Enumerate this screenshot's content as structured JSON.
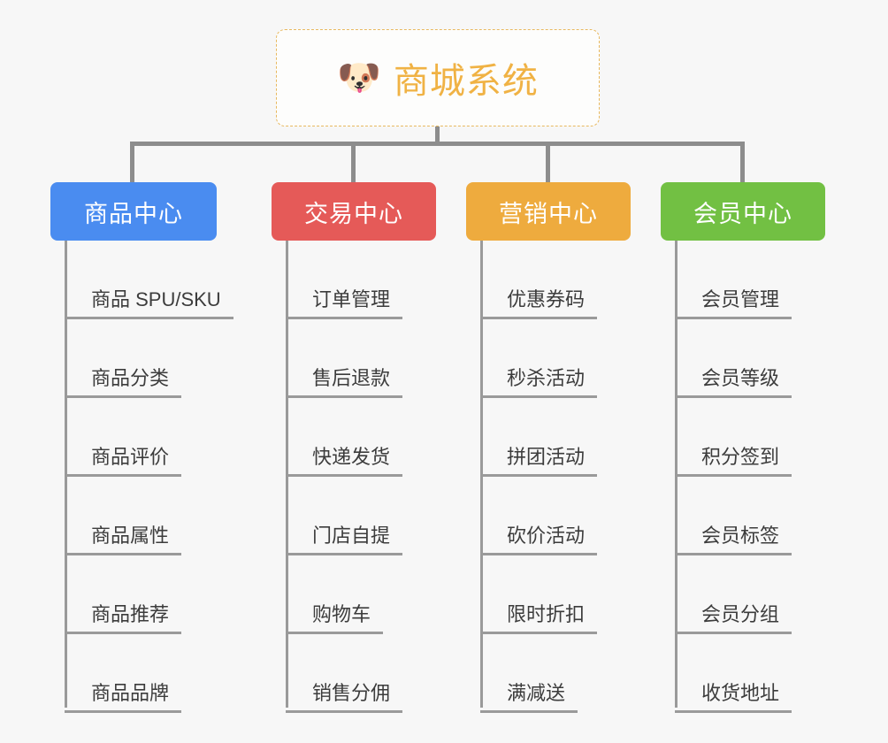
{
  "root": {
    "icon": "shiba-dog-emoji",
    "emoji": "🐶",
    "title": "商城系统",
    "border_color": "#e8b960",
    "text_color": "#f0b244"
  },
  "branches": [
    {
      "label": "商品中心",
      "color": "#4a8cf0",
      "items": [
        {
          "label": "商品 SPU/SKU"
        },
        {
          "label": "商品分类"
        },
        {
          "label": "商品评价"
        },
        {
          "label": "商品属性"
        },
        {
          "label": "商品推荐"
        },
        {
          "label": "商品品牌"
        }
      ]
    },
    {
      "label": "交易中心",
      "color": "#e55a58",
      "items": [
        {
          "label": "订单管理"
        },
        {
          "label": "售后退款"
        },
        {
          "label": "快递发货"
        },
        {
          "label": "门店自提"
        },
        {
          "label": "购物车"
        },
        {
          "label": "销售分佣"
        }
      ]
    },
    {
      "label": "营销中心",
      "color": "#eeab3e",
      "items": [
        {
          "label": "优惠券码"
        },
        {
          "label": "秒杀活动"
        },
        {
          "label": "拼团活动"
        },
        {
          "label": "砍价活动"
        },
        {
          "label": "限时折扣"
        },
        {
          "label": "满减送"
        }
      ]
    },
    {
      "label": "会员中心",
      "color": "#72c043",
      "items": [
        {
          "label": "会员管理"
        },
        {
          "label": "会员等级"
        },
        {
          "label": "积分签到"
        },
        {
          "label": "会员标签"
        },
        {
          "label": "会员分组"
        },
        {
          "label": "收货地址"
        }
      ]
    }
  ],
  "connector_color": "#8d8d8d",
  "background_color": "#f7f7f7"
}
